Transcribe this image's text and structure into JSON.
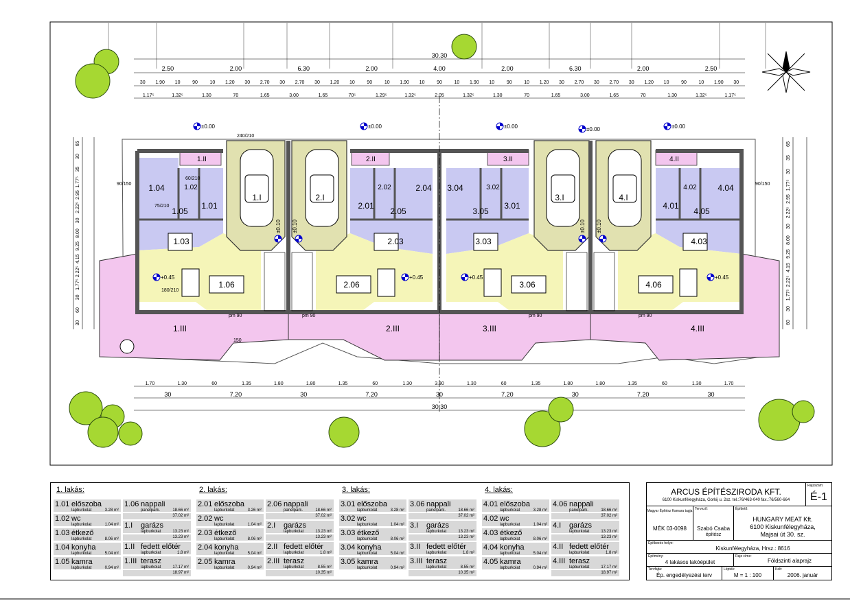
{
  "overall_dims": {
    "total_top": "30.30",
    "total_bottom": "30.30"
  },
  "top_dims_row1": [
    "2.50",
    "2.00",
    "6.30",
    "2.00",
    "4.00",
    "2.00",
    "6.30",
    "2.00",
    "2.50"
  ],
  "top_dims_row2": [
    "30",
    "1.90",
    "10",
    "90",
    "10",
    "1.20",
    "30",
    "2.70",
    "30",
    "2.70",
    "30",
    "1.20",
    "10",
    "90",
    "10",
    "1.90",
    "10",
    "90",
    "10",
    "1.90",
    "10",
    "90",
    "10",
    "1.20",
    "30",
    "2.70",
    "30",
    "2.70",
    "30",
    "1.20",
    "10",
    "90",
    "10",
    "1.90",
    "30"
  ],
  "top_dims_row3": [
    "1.17⁵",
    "1.32⁵",
    "1.30",
    "70",
    "1.65",
    "3.00",
    "1.65",
    "70⁵",
    "1.29⁵",
    "1.32⁵",
    "2.05",
    "1.32⁵",
    "1.30",
    "70",
    "1.65",
    "3.00",
    "1.65",
    "70",
    "1.30",
    "1.32⁵",
    "1.17⁵"
  ],
  "bottom_dims_row1": [
    "1.70",
    "1.30",
    "60",
    "1.35",
    "1.80",
    "1.80",
    "1.35",
    "60",
    "1.30",
    "3.30",
    "1.30",
    "60",
    "1.35",
    "1.80",
    "1.80",
    "1.35",
    "60",
    "1.30",
    "1.70"
  ],
  "bottom_dims_row2": [
    "30",
    "7.20",
    "30",
    "7.20",
    "30",
    "7.20",
    "30",
    "7.20",
    "30"
  ],
  "side_dims_left": [
    "65",
    "30",
    "35",
    "1.77⁵",
    "2.95",
    "2.22⁵",
    "30",
    "8.00",
    "9.25",
    "4.15",
    "2.22⁵",
    "1.77⁵",
    "30",
    "60",
    "30"
  ],
  "side_dims_right": [
    "65",
    "35",
    "30",
    "1.77⁵",
    "2.95",
    "2.22⁵",
    "30",
    "8.00",
    "9.25",
    "4.15",
    "2.22⁵",
    "1.77⁵",
    "30",
    "60"
  ],
  "levels": [
    "±0.00",
    "±0.00",
    "±0.00",
    "±0.00",
    "±0.00",
    "+0.45",
    "+0.45",
    "+0.45",
    "+0.45",
    "±0.10",
    "±0.10",
    "±0.10",
    "±0.10"
  ],
  "rooms": {
    "unit1": [
      "1.II",
      "1.02",
      "1.04",
      "1.05",
      "1.01",
      "1.I",
      "1.03",
      "1.06",
      "1.III"
    ],
    "unit2": [
      "2.II",
      "2.I",
      "2.02",
      "2.04",
      "2.01",
      "2.05",
      "2.03",
      "2.06",
      "2.III"
    ],
    "unit3": [
      "3.II",
      "3.02",
      "3.04",
      "3.05",
      "3.01",
      "3.I",
      "3.03",
      "3.06",
      "3.III"
    ],
    "unit4": [
      "4.II",
      "4.I",
      "4.02",
      "4.04",
      "4.01",
      "4.05",
      "4.03",
      "4.06",
      "4.III"
    ]
  },
  "small_labels": [
    "pm 90",
    "pm 90",
    "pm 90",
    "pm 90",
    "90/150",
    "90/150",
    "75/210",
    "60/210",
    "240/210",
    "180/210",
    "150"
  ],
  "schedule": [
    {
      "title": "1. lakás:",
      "left": [
        {
          "code": "1.01",
          "name": "előszoba",
          "mat": "lapburkolat",
          "area": "3.28 m²"
        },
        {
          "code": "1.02",
          "name": "wc",
          "mat": "lapburkolat",
          "area": "1.04 m²"
        },
        {
          "code": "1.03",
          "name": "étkező",
          "mat": "lapburkolat",
          "area": "8.06 m²"
        },
        {
          "code": "1.04",
          "name": "konyha",
          "mat": "lapburkolat",
          "area": "5.04 m²"
        },
        {
          "code": "1.05",
          "name": "kamra",
          "mat": "lapburkolat",
          "area": "0.94 m²"
        }
      ],
      "right": [
        {
          "code": "1.06",
          "name": "nappali",
          "mat": "panelpark.",
          "area": "18.66 m²",
          "sum": "37.02 m²"
        },
        {
          "code": "1.I",
          "name": "garázs",
          "mat": "lapburkolat",
          "area": "13.23 m²",
          "sum": "13.23 m²"
        },
        {
          "code": "1.II",
          "name": "fedett előtér",
          "mat": "lapburkolat",
          "area": "1.8 m²"
        },
        {
          "code": "1.III",
          "name": "terasz",
          "mat": "lapburkolat",
          "area": "17.17 m²",
          "sum": "18.97 m²"
        }
      ]
    },
    {
      "title": "2. lakás:",
      "left": [
        {
          "code": "2.01",
          "name": "előszoba",
          "mat": "lapburkolat",
          "area": "3.26 m²"
        },
        {
          "code": "2.02",
          "name": "wc",
          "mat": "lapburkolat",
          "area": "1.04 m²"
        },
        {
          "code": "2.03",
          "name": "étkező",
          "mat": "lapburkolat",
          "area": "8.06 m²"
        },
        {
          "code": "2.04",
          "name": "konyha",
          "mat": "lapburkolat",
          "area": "5.04 m²"
        },
        {
          "code": "2.05",
          "name": "kamra",
          "mat": "lapburkolat",
          "area": "0.94 m²"
        }
      ],
      "right": [
        {
          "code": "2.06",
          "name": "nappali",
          "mat": "panelpark.",
          "area": "18.66 m²",
          "sum": "37.02 m²"
        },
        {
          "code": "2.I",
          "name": "garázs",
          "mat": "lapburkolat",
          "area": "13.23 m²",
          "sum": "13.23 m²"
        },
        {
          "code": "2.II",
          "name": "fedett előtér",
          "mat": "lapburkolat",
          "area": "1.8 m²"
        },
        {
          "code": "2.III",
          "name": "terasz",
          "mat": "lapburkolat",
          "area": "8.55 m²",
          "sum": "10.35 m²"
        }
      ]
    },
    {
      "title": "3. lakás:",
      "left": [
        {
          "code": "3.01",
          "name": "előszoba",
          "mat": "lapburkolat",
          "area": "3.28 m²"
        },
        {
          "code": "3.02",
          "name": "wc",
          "mat": "lapburkolat",
          "area": "1.04 m²"
        },
        {
          "code": "3.03",
          "name": "étkező",
          "mat": "lapburkolat",
          "area": "8.06 m²"
        },
        {
          "code": "3.04",
          "name": "konyha",
          "mat": "lapburkolat",
          "area": "5.04 m²"
        },
        {
          "code": "3.05",
          "name": "kamra",
          "mat": "lapburkolat",
          "area": "0.94 m²"
        }
      ],
      "right": [
        {
          "code": "3.06",
          "name": "nappali",
          "mat": "panelpark.",
          "area": "18.66 m²",
          "sum": "37.02 m²"
        },
        {
          "code": "3.I",
          "name": "garázs",
          "mat": "lapburkolat",
          "area": "13.23 m²",
          "sum": "13.23 m²"
        },
        {
          "code": "3.II",
          "name": "fedett előtér",
          "mat": "lapburkolat",
          "area": "1.8 m²"
        },
        {
          "code": "3.III",
          "name": "terasz",
          "mat": "lapburkolat",
          "area": "8.55 m²",
          "sum": "10.35 m²"
        }
      ]
    },
    {
      "title": "4. lakás:",
      "left": [
        {
          "code": "4.01",
          "name": "előszoba",
          "mat": "lapburkolat",
          "area": "3.28 m²"
        },
        {
          "code": "4.02",
          "name": "wc",
          "mat": "lapburkolat",
          "area": "1.04 m²"
        },
        {
          "code": "4.03",
          "name": "étkező",
          "mat": "lapburkolat",
          "area": "8.06 m²"
        },
        {
          "code": "4.04",
          "name": "konyha",
          "mat": "lapburkolat",
          "area": "5.04 m²"
        },
        {
          "code": "4.05",
          "name": "kamra",
          "mat": "lapburkolat",
          "area": "0.94 m²"
        }
      ],
      "right": [
        {
          "code": "4.06",
          "name": "nappali",
          "mat": "panelpark.",
          "area": "18.66 m²",
          "sum": "37.02 m²"
        },
        {
          "code": "4.I",
          "name": "garázs",
          "mat": "lapburkolat",
          "area": "13.23 m²",
          "sum": "13.23 m²"
        },
        {
          "code": "4.II",
          "name": "fedett előtér",
          "mat": "lapburkolat",
          "area": "1.8 m²"
        },
        {
          "code": "4.III",
          "name": "terasz",
          "mat": "lapburkolat",
          "area": "17.17 m²",
          "sum": "18.97 m²"
        }
      ]
    }
  ],
  "titleblock": {
    "firm": "ARCUS ÉPÍTÉSZIRODA KFT.",
    "firm_addr": "6100 Kiskunfélegyháza, Gorkij u. 2sz. tel.:76/463-040 fax.:76/560-664",
    "sheet_label": "Rajzszám:",
    "sheet_no": "É-1",
    "chamber_label": "Magyar Építész Kamara tagja",
    "chamber_no": "MÉK 03-0098",
    "designer_label": "Tervező:",
    "designer": "Szabó Csaba",
    "designer_role": "építész",
    "client_label": "Építtető:",
    "client_name": "HUNGARY MEAT Kft.",
    "client_addr1": "6100 Kiskunfélegyháza,",
    "client_addr2": "Majsai út 30. sz.",
    "site_label": "Építkezés helye:",
    "site": "Kiskunfélegyháza,   Hrsz.: 8616",
    "building_label": "Építmény:",
    "building": "4 lakásos lakóépület",
    "drawing_label": "Rajz címe:",
    "drawing": "Földszinti alaprajz",
    "phase_label": "Tervfajta:",
    "phase": "Ép. engedélyezési terv",
    "scale_label": "Lépték:",
    "scale": "M = 1 : 100",
    "date_label": "Kelt:",
    "date": "2006. január"
  },
  "colors": {
    "kitchen": "#c9c9f2",
    "living": "#f5f5b8",
    "terrace": "#f3c6ee",
    "garage": "#e1e1b0",
    "wall": "#555555",
    "tree": "#a6d832"
  }
}
